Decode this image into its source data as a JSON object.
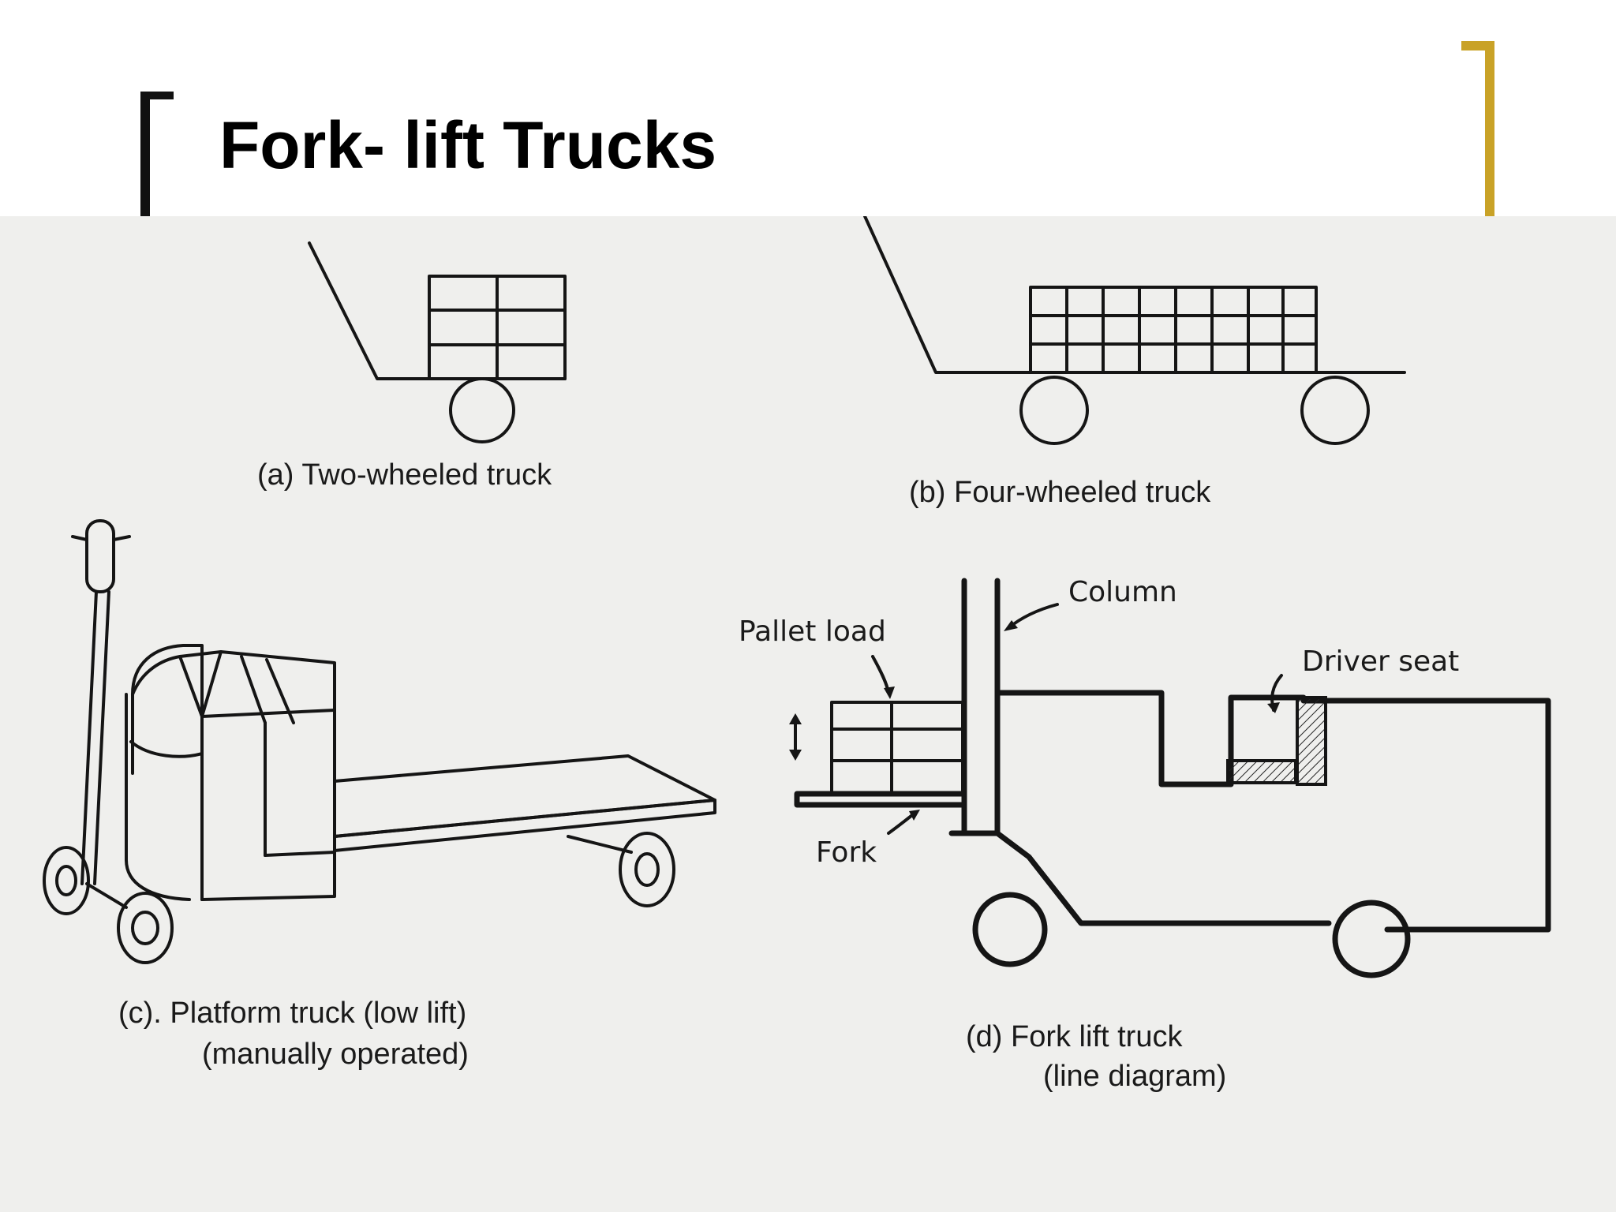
{
  "slide": {
    "title": "Fork- lift Trucks",
    "accent_left": "#111111",
    "accent_right": "#c9a227",
    "scan_background": "#efefed"
  },
  "figures": {
    "a": {
      "caption": "(a) Two-wheeled truck"
    },
    "b": {
      "caption": "(b) Four-wheeled truck"
    },
    "c": {
      "caption_line1": "(c). Platform truck (low lift)",
      "caption_line2": "(manually operated)"
    },
    "d": {
      "caption_line1": "(d)  Fork lift truck",
      "caption_line2": "(line diagram)",
      "label_column": "Column",
      "label_pallet_load": "Pallet load",
      "label_driver_seat": "Driver seat",
      "label_fork": "Fork"
    }
  }
}
